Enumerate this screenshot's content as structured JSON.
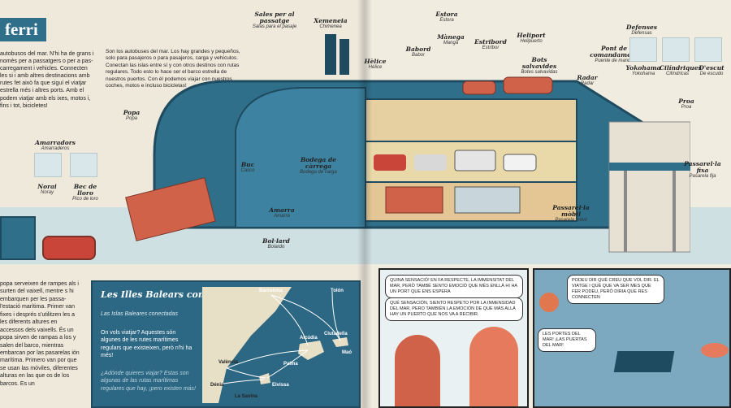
{
  "title": "ferri",
  "intro": "autobusos del mar. N'hi ha de grans i nomès per a passatgers o per a pas- carregament i vehicles. Connecten les si i amb altres destinacions amb rutes fet això fa que siguí el viatjar estrella més i altres ports. Amb el podem viatjar amb els ixes, motos i, fins i tot, bicicletes!",
  "bubble": "Son los autobuses del mar. Los hay grandes y pequeños, solo para pasajeros o para pasajeros, carga y vehículos. Conectan las islas entre sí y con otros destinos con rutas regulares. Todo esto lo hace ser el barco estrella de nuestros puertos. Con él podemos viajar con nuestros coches, motos e incluso bicicletas!",
  "labels": {
    "sales": {
      "main": "Sales per al passatge",
      "sub": "Salas para el pasaje"
    },
    "xemeneia": {
      "main": "Xemeneia",
      "sub": "Chimenea"
    },
    "estora": {
      "main": "Estora",
      "sub": "Estora"
    },
    "babord": {
      "main": "Babord",
      "sub": "Babor"
    },
    "manega": {
      "main": "Mànega",
      "sub": "Manga"
    },
    "estribord": {
      "main": "Estribord",
      "sub": "Estribor"
    },
    "heliport": {
      "main": "Heliport",
      "sub": "Helipuerto"
    },
    "helice": {
      "main": "Hèlice",
      "sub": "Hélice"
    },
    "bots": {
      "main": "Bots salvavides",
      "sub": "Botes salvavidas"
    },
    "radar": {
      "main": "Radar",
      "sub": "Radar"
    },
    "pont": {
      "main": "Pont de comandament",
      "sub": "Puente de mando"
    },
    "defenses": {
      "main": "Defenses",
      "sub": "Defensas"
    },
    "yokohama": {
      "main": "Yokohama",
      "sub": "Yokohama"
    },
    "cilindriques": {
      "main": "Cilíndriques",
      "sub": "Cilíndricas"
    },
    "escut": {
      "main": "D'escut",
      "sub": "De escudo"
    },
    "popa": {
      "main": "Popa",
      "sub": "Popa"
    },
    "proa": {
      "main": "Proa",
      "sub": "Proa"
    },
    "amarradors": {
      "main": "Amarradors",
      "sub": "Amarraderos"
    },
    "norai": {
      "main": "Norai",
      "sub": "Noray"
    },
    "bec": {
      "main": "Bec de lloro",
      "sub": "Pico de loro"
    },
    "buc": {
      "main": "Buc",
      "sub": "Casco"
    },
    "bodega": {
      "main": "Bodega de càrrega",
      "sub": "Bodega de carga"
    },
    "amarra": {
      "main": "Amarra",
      "sub": "Amarra"
    },
    "bolard": {
      "main": "Bol·lard",
      "sub": "Bolardo"
    },
    "passarelafixa": {
      "main": "Passarel·la fixa",
      "sub": "Pasarela fija"
    },
    "passarelamobil": {
      "main": "Passarel·la mòbil",
      "sub": "Pasarela móvil"
    }
  },
  "left_bottom": "popa serveixen de rampes als i surten del vaixell, mentre s hi embarquen per les passa- l'estació marítima. Primer van fixes i després s'utilitzen les a les diferents altures en accessos dels vaixells. És un popa sirven de rampas a los y salen del barco, mientras embarcan por las pasarelas ión marítima. Primero van por que se usan las móviles, diferentes alturas en las que os de los barcos. Es un",
  "panel": {
    "title": "Les Illes Balears connectades",
    "subtitle": "Las Islas Baleares conectadas",
    "q": "On vols viatjar? Aquestes són algunes de les rutes marítimes regulars que existeixen, però n'hi ha més!",
    "q2": "¿Adónde quieres viajar? Estas son algunas de las rutas marítimas regulares que hay, ¡pero existen más!",
    "cities": [
      "Barcelona",
      "Tolón",
      "Alcúdia",
      "Ciutadella",
      "Maó",
      "València",
      "Palma",
      "Dénia",
      "Eivissa",
      "La Savina"
    ]
  },
  "comic": {
    "s1": "Quina sensació! En fa respecte, la immensitat del mar, però també sento emoció que més enllà hi ha un port que ens espera",
    "s2": "Qué sensación, siento respeto por la inmensidad del mar, pero también la emoción de que más allá hay un puerto que nos va a recibir.",
    "s3": "Les portes del mar! ¡Las puertas del mar!",
    "s4": "Podeu dir què creu que vol dir. El Viatge i què que va ser mes que fer podeu, però diria que res connecten"
  },
  "colors": {
    "hull": "#2f6f8a",
    "hull_dark": "#1f4b60",
    "accent_red": "#c9453a",
    "cargo": "#d1624a"
  }
}
